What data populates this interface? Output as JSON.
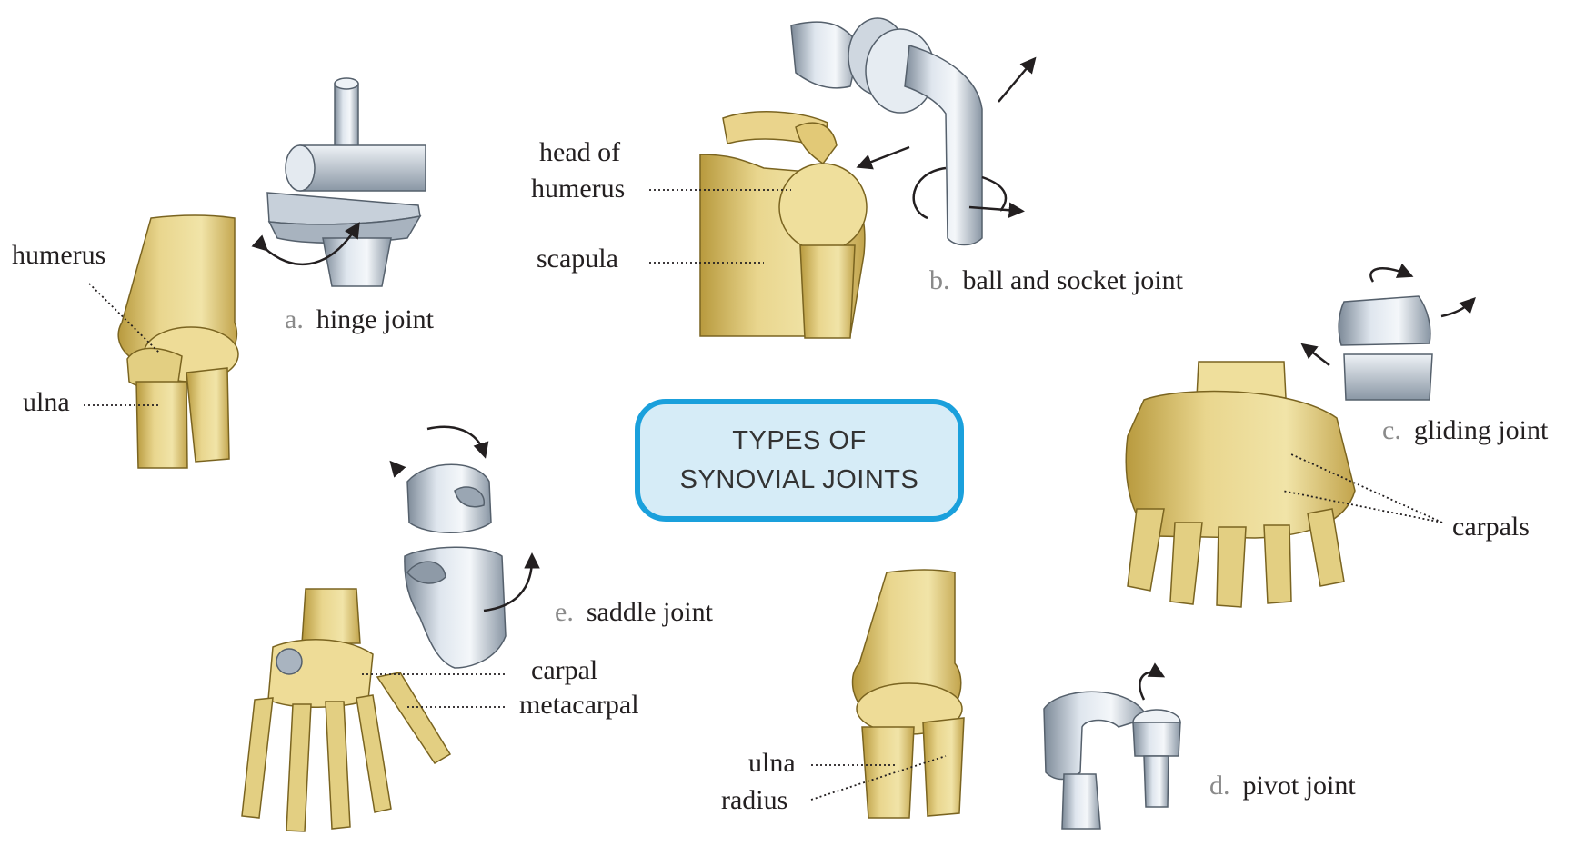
{
  "title": {
    "line1": "TYPES OF",
    "line2": "SYNOVIAL JOINTS"
  },
  "joints": [
    {
      "letter": "a.",
      "name": "hinge joint"
    },
    {
      "letter": "b.",
      "name": "ball and socket joint"
    },
    {
      "letter": "c.",
      "name": "gliding joint"
    },
    {
      "letter": "d.",
      "name": "pivot joint"
    },
    {
      "letter": "e.",
      "name": "saddle joint"
    }
  ],
  "labels": {
    "humerus": "humerus",
    "ulna_a": "ulna",
    "head_of_humerus_1": "head of",
    "head_of_humerus_2": "humerus",
    "scapula": "scapula",
    "carpals": "carpals",
    "carpal": "carpal",
    "metacarpal": "metacarpal",
    "ulna_d": "ulna",
    "radius": "radius"
  },
  "colors": {
    "bone": "#e7d489",
    "bone_shadow": "#b89a3e",
    "metal": "#c9d2dc",
    "metal_shadow": "#7d8a98",
    "title_border": "#1aa0dc",
    "title_fill": "#d6ecf7",
    "letter_gray": "#8a8a8a"
  }
}
